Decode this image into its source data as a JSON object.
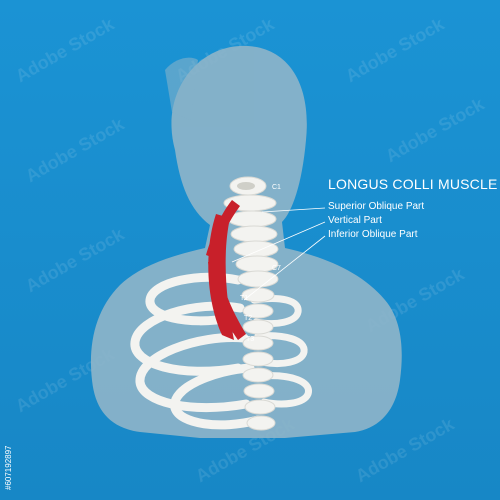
{
  "diagram": {
    "title": "LONGUS COLLI MUSCLE",
    "parts": [
      {
        "label": "Superior Oblique Part"
      },
      {
        "label": "Vertical Part"
      },
      {
        "label": "Inferior Oblique Part"
      }
    ],
    "vertebra_labels": [
      "C1",
      "C7",
      "T1",
      "T2",
      "T3"
    ]
  },
  "watermark": {
    "text": "Adobe Stock",
    "id_text": "#607192897"
  },
  "colors": {
    "background": "#1a8fd0",
    "silhouette": "#8fb5c9",
    "muscle": "#c8202a",
    "bone": "#f3f3f0"
  }
}
